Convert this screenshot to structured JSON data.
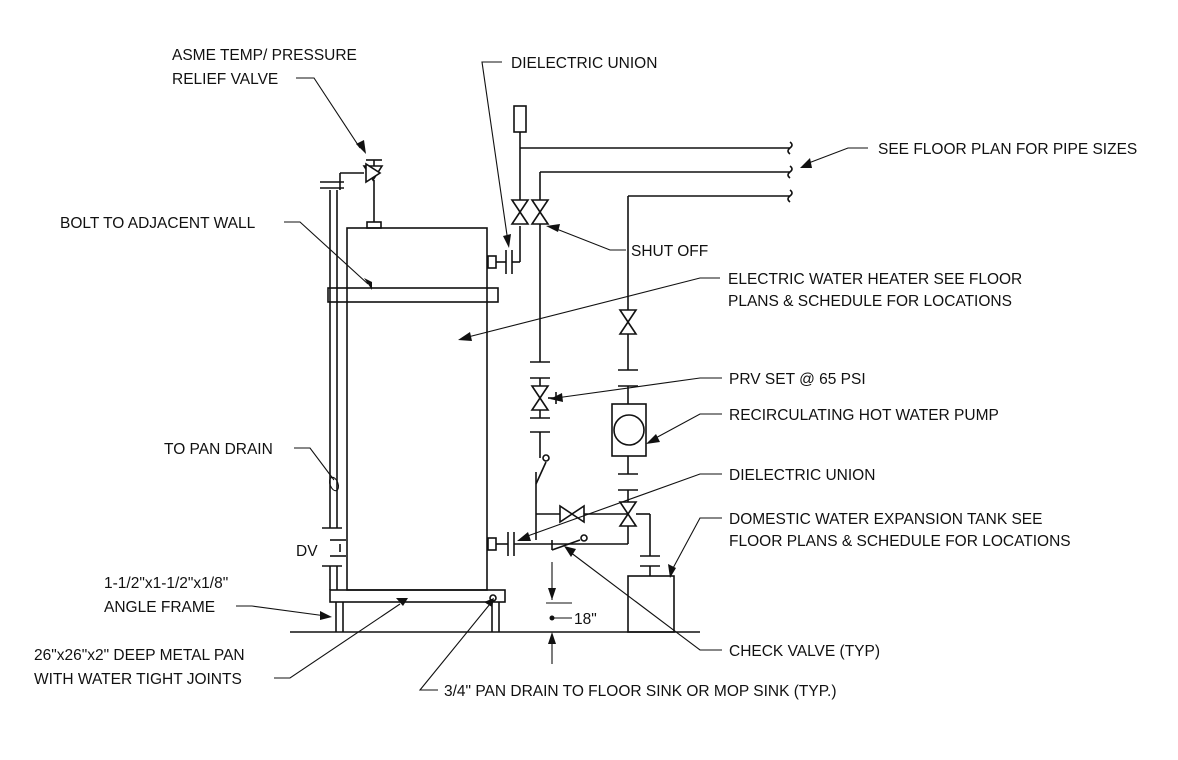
{
  "labels": {
    "asme_1": "ASME TEMP/ PRESSURE",
    "asme_2": "RELIEF VALVE",
    "dielectric_top": "DIELECTRIC UNION",
    "see_floor": "SEE FLOOR PLAN FOR PIPE SIZES",
    "bolt": "BOLT TO ADJACENT WALL",
    "shut_off": "SHUT OFF",
    "heater_1": "ELECTRIC WATER HEATER SEE FLOOR",
    "heater_2": "PLANS & SCHEDULE FOR LOCATIONS",
    "prv": "PRV SET @ 65 PSI",
    "pump": "RECIRCULATING HOT WATER PUMP",
    "pan_drain": "TO PAN DRAIN",
    "dielectric_bottom": "DIELECTRIC UNION",
    "tank_1": "DOMESTIC WATER EXPANSION TANK SEE",
    "tank_2": "FLOOR PLANS & SCHEDULE FOR LOCATIONS",
    "dv": "DV",
    "angle_1": "1-1/2\"x1-1/2\"x1/8\"",
    "angle_2": "ANGLE FRAME",
    "dim_18": "18\"",
    "check": "CHECK VALVE (TYP)",
    "pan_1": "26\"x26\"x2\" DEEP METAL PAN",
    "pan_2": "WITH WATER TIGHT JOINTS",
    "drain_sink": "3/4\" PAN DRAIN TO FLOOR SINK OR MOP SINK (TYP.)"
  }
}
